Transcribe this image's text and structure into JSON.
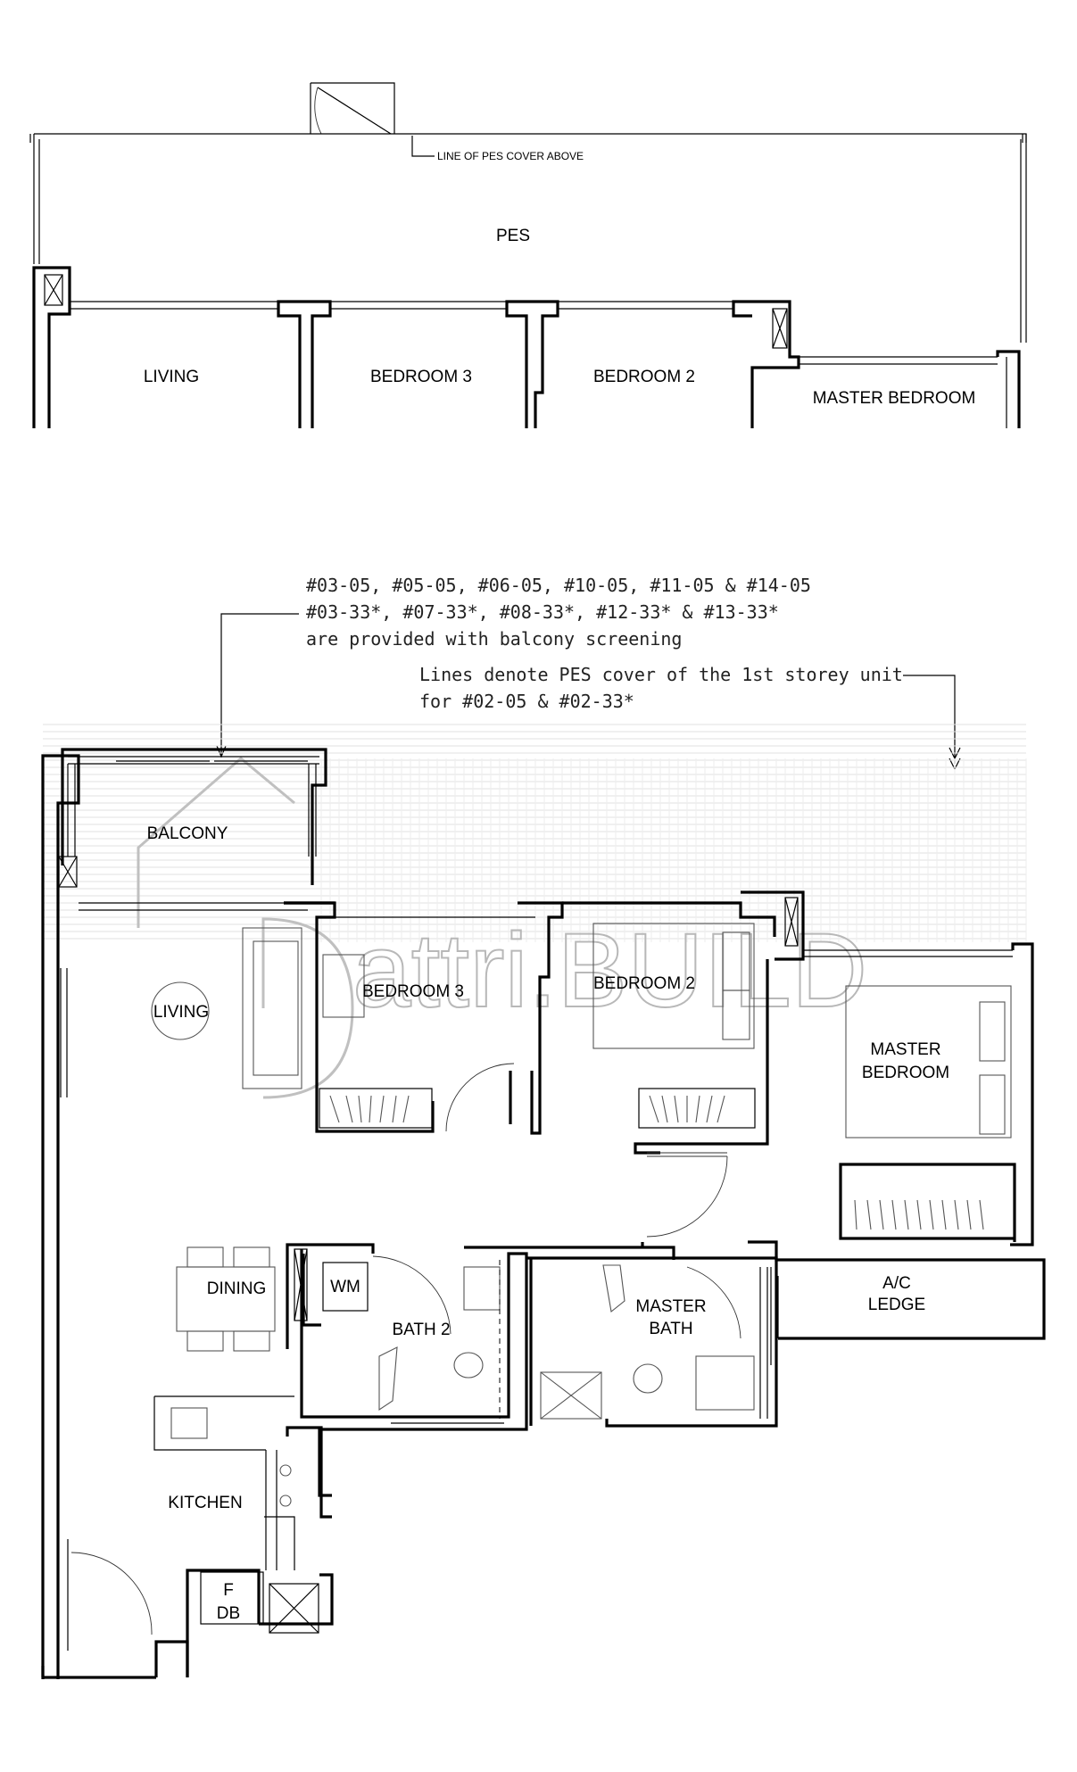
{
  "pes_plan": {
    "cover_note": "LINE OF PES COVER ABOVE",
    "rooms": {
      "pes": "PES",
      "living": "LIVING",
      "bedroom3": "BEDROOM 3",
      "bedroom2": "BEDROOM 2",
      "master_bedroom": "MASTER BEDROOM"
    }
  },
  "notes": {
    "screening_line1": "#03-05, #05-05, #06-05, #10-05, #11-05 & #14-05",
    "screening_line2": "#03-33*, #07-33*, #08-33*, #12-33* & #13-33*",
    "screening_line3": "are provided with balcony screening",
    "cover_line1": "Lines denote PES cover of the 1st storey unit",
    "cover_line2": "for #02-05 & #02-33*"
  },
  "unit_plan": {
    "rooms": {
      "balcony": "BALCONY",
      "living": "LIVING",
      "bedroom3": "BEDROOM 3",
      "bedroom2": "BEDROOM 2",
      "master_bedroom_1": "MASTER",
      "master_bedroom_2": "BEDROOM",
      "dining": "DINING",
      "wm": "WM",
      "bath2": "BATH 2",
      "master_bath_1": "MASTER",
      "master_bath_2": "BATH",
      "ac_ledge_1": "A/C",
      "ac_ledge_2": "LEDGE",
      "kitchen": "KITCHEN",
      "fridge": "F",
      "db": "DB"
    }
  },
  "watermark": "attri.BUILD"
}
